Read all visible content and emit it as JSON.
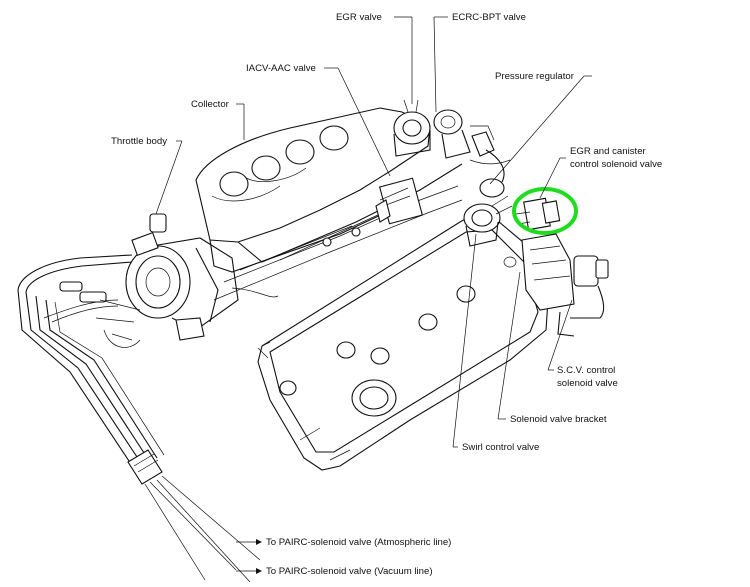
{
  "labels": {
    "egr_valve": "EGR valve",
    "ecrc_bpt_valve": "ECRC-BPT valve",
    "iacv_aac_valve": "IACV-AAC valve",
    "pressure_regulator": "Pressure regulator",
    "collector": "Collector",
    "throttle_body": "Throttle body",
    "egr_canister_line1": "EGR and canister",
    "egr_canister_line2": "control solenoid valve",
    "scv_line1": "S.C.V. control",
    "scv_line2": "solenoid valve",
    "solenoid_valve_bracket": "Solenoid valve bracket",
    "swirl_control_valve": "Swirl control valve",
    "pairc_atmospheric": "To PAIRC-solenoid valve (Atmospheric line)",
    "pairc_vacuum": "To PAIRC-solenoid valve (Vacuum line)"
  },
  "colors": {
    "line": "#111111",
    "highlight": "#1fdc1f",
    "background": "#ffffff"
  }
}
